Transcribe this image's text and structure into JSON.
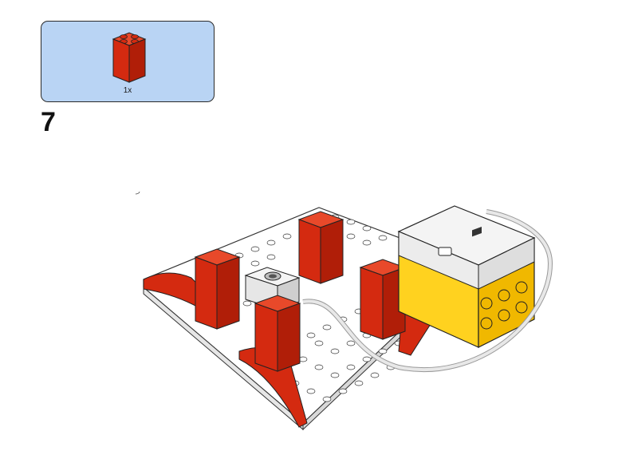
{
  "parts_callout": {
    "part": "red-2x2x3-brick",
    "quantity_label": "1x",
    "background_color": "#b9d4f4"
  },
  "step": {
    "number": "7"
  },
  "model": {
    "description_icon": "lego-model-baseplate",
    "brick_color": "#d42a10",
    "hub_color": "#ffd21f",
    "plate_color": "#ffffff"
  }
}
